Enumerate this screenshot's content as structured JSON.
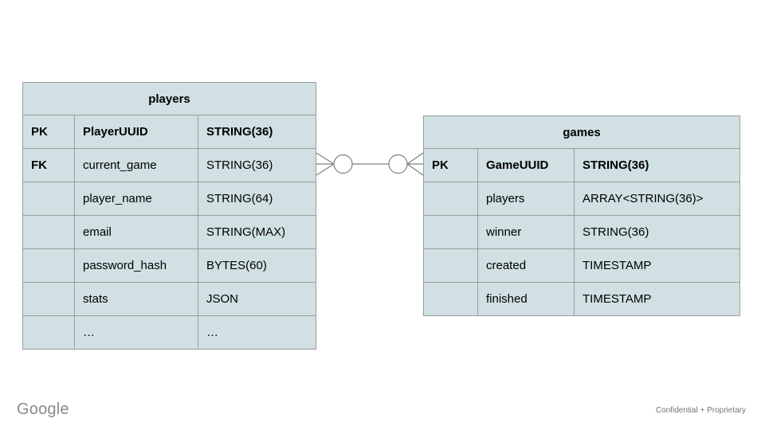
{
  "slide": {
    "footer_logo": "Google",
    "footer_note": "Confidential + Proprietary"
  },
  "colors": {
    "table_fill": "#d0e0e3",
    "table_border": "#9b9b9b",
    "connector_gray": "#808080",
    "text": "#000000",
    "footer_gray": "#8a8a8a"
  },
  "diagram": {
    "players_table": {
      "title": "players",
      "rows": [
        {
          "key": "PK",
          "name": "PlayerUUID",
          "type": "STRING(36)"
        },
        {
          "key": "FK",
          "name": "current_game",
          "type": "STRING(36)"
        },
        {
          "key": "",
          "name": "player_name",
          "type": "STRING(64)"
        },
        {
          "key": "",
          "name": "email",
          "type": "STRING(MAX)"
        },
        {
          "key": "",
          "name": "password_hash",
          "type": "BYTES(60)"
        },
        {
          "key": "",
          "name": "stats",
          "type": "JSON"
        },
        {
          "key": "",
          "name": "…",
          "type": "…"
        }
      ]
    },
    "games_table": {
      "title": "games",
      "rows": [
        {
          "key": "PK",
          "name": "GameUUID",
          "type": "STRING(36)"
        },
        {
          "key": "",
          "name": "players",
          "type": "ARRAY<STRING(36)>"
        },
        {
          "key": "",
          "name": "winner",
          "type": "STRING(36)"
        },
        {
          "key": "",
          "name": "created",
          "type": "TIMESTAMP"
        },
        {
          "key": "",
          "name": "finished",
          "type": "TIMESTAMP"
        }
      ]
    },
    "relationship": {
      "notation": "zero-or-many to zero-or-many",
      "left_attach": "players.current_game",
      "right_attach": "games.GameUUID"
    }
  }
}
